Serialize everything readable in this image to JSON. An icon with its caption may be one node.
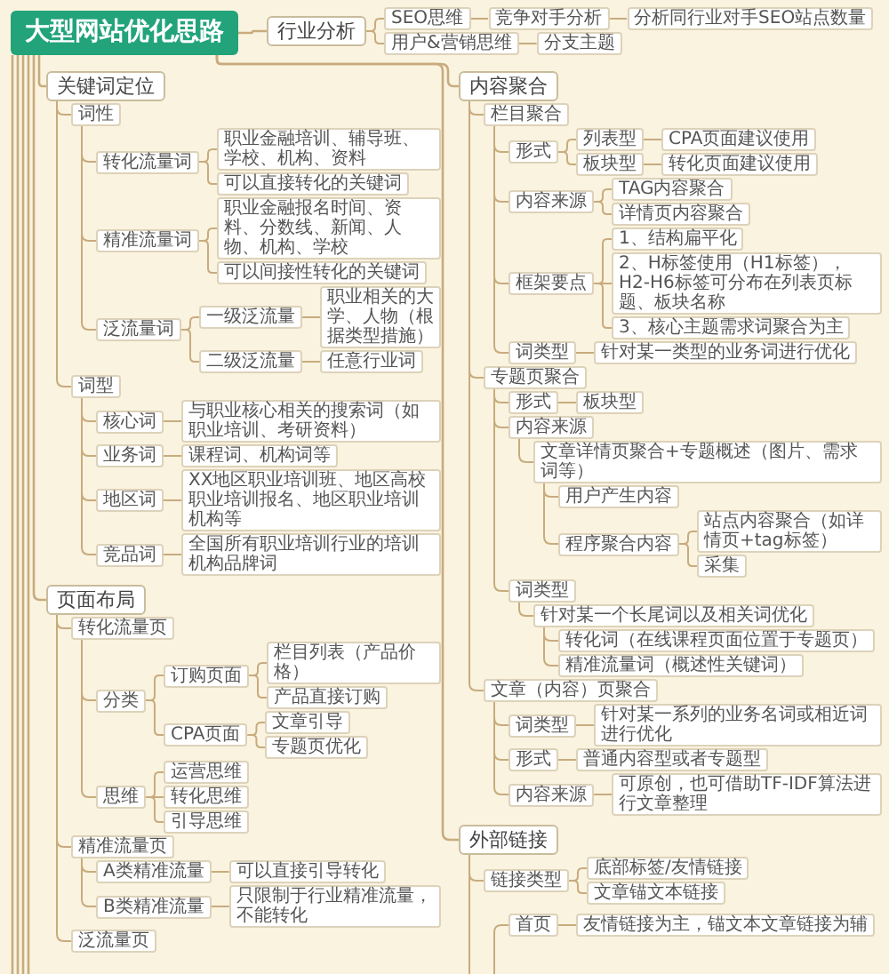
{
  "diagram": {
    "nodes": [
      {
        "text": [
          "大型网站优化思路"
        ]
      },
      {
        "text": [
          "行业分析"
        ]
      },
      {
        "text": [
          "SEO思维"
        ]
      },
      {
        "text": [
          "竞争对手分析"
        ]
      },
      {
        "text": [
          "分析同行业对手SEO站点数量"
        ]
      },
      {
        "text": [
          "用户&营销思维"
        ]
      },
      {
        "text": [
          "分支主题"
        ]
      },
      {
        "text": [
          "关键词定位"
        ]
      },
      {
        "text": [
          "词性"
        ]
      },
      {
        "text": [
          "转化流量词"
        ]
      },
      {
        "text": [
          "职业金融培训、辅导班、学校、机构、资料"
        ]
      },
      {
        "text": [
          "可以直接转化的关键词"
        ]
      },
      {
        "text": [
          "精准流量词"
        ]
      },
      {
        "text": [
          "职业金融报名时间、资料、分数线、新闻、人物、机构、学校"
        ]
      },
      {
        "text": [
          "可以间接性转化的关键词"
        ]
      },
      {
        "text": [
          "泛流量词"
        ]
      },
      {
        "text": [
          "一级泛流量"
        ]
      },
      {
        "text": [
          "职业相关的大学、人物（根据类型措施）"
        ]
      },
      {
        "text": [
          "二级泛流量"
        ]
      },
      {
        "text": [
          "任意行业词"
        ]
      },
      {
        "text": [
          "词型"
        ]
      },
      {
        "text": [
          "核心词"
        ]
      },
      {
        "text": [
          "与职业核心相关的搜索词（如职业培训、考研资料）"
        ]
      },
      {
        "text": [
          "业务词"
        ]
      },
      {
        "text": [
          "课程词、机构词等"
        ]
      },
      {
        "text": [
          "地区词"
        ]
      },
      {
        "text": [
          "XX地区职业培训班、地区高校职业培训报名、地区职业培训机构等"
        ]
      },
      {
        "text": [
          "竞品词"
        ]
      },
      {
        "text": [
          "全国所有职业培训行业的培训机构品牌词"
        ]
      },
      {
        "text": [
          "页面布局"
        ]
      },
      {
        "text": [
          "转化流量页"
        ]
      },
      {
        "text": [
          "分类"
        ]
      },
      {
        "text": [
          "订购页面"
        ]
      },
      {
        "text": [
          "栏目列表（产品价格）"
        ]
      },
      {
        "text": [
          "产品直接订购"
        ]
      },
      {
        "text": [
          "CPA页面"
        ]
      },
      {
        "text": [
          "文章引导"
        ]
      },
      {
        "text": [
          "专题页优化"
        ]
      },
      {
        "text": [
          "思维"
        ]
      },
      {
        "text": [
          "运营思维"
        ]
      },
      {
        "text": [
          "转化思维"
        ]
      },
      {
        "text": [
          "引导思维"
        ]
      },
      {
        "text": [
          "精准流量页"
        ]
      },
      {
        "text": [
          "A类精准流量"
        ]
      },
      {
        "text": [
          "可以直接引导转化"
        ]
      },
      {
        "text": [
          "B类精准流量"
        ]
      },
      {
        "text": [
          "只限制于行业精准流量，不能转化"
        ]
      },
      {
        "text": [
          "泛流量页"
        ]
      },
      {
        "text": [
          "内容聚合"
        ]
      },
      {
        "text": [
          "栏目聚合"
        ]
      },
      {
        "text": [
          "形式"
        ]
      },
      {
        "text": [
          "列表型"
        ]
      },
      {
        "text": [
          "CPA页面建议使用"
        ]
      },
      {
        "text": [
          "板块型"
        ]
      },
      {
        "text": [
          "转化页面建议使用"
        ]
      },
      {
        "text": [
          "内容来源"
        ]
      },
      {
        "text": [
          "TAG内容聚合"
        ]
      },
      {
        "text": [
          "详情页内容聚合"
        ]
      },
      {
        "text": [
          "框架要点"
        ]
      },
      {
        "text": [
          "1、结构扁平化"
        ]
      },
      {
        "text": [
          "2、H标签使用（H1标签），H2-H6标签可分布在列表页标题、板块名称"
        ]
      },
      {
        "text": [
          "3、核心主题需求词聚合为主"
        ]
      },
      {
        "text": [
          "词类型"
        ]
      },
      {
        "text": [
          "针对某一类型的业务词进行优化"
        ]
      },
      {
        "text": [
          "专题页聚合"
        ]
      },
      {
        "text": [
          "形式"
        ]
      },
      {
        "text": [
          "板块型"
        ]
      },
      {
        "text": [
          "内容来源"
        ]
      },
      {
        "text": [
          "文章详情页聚合+专题概述（图片、需求词等）"
        ]
      },
      {
        "text": [
          "用户产生内容"
        ]
      },
      {
        "text": [
          "程序聚合内容"
        ]
      },
      {
        "text": [
          "站点内容聚合（如详情页+tag标签）"
        ]
      },
      {
        "text": [
          "采集"
        ]
      },
      {
        "text": [
          "词类型"
        ]
      },
      {
        "text": [
          "针对某一个长尾词以及相关词优化"
        ]
      },
      {
        "text": [
          "转化词（在线课程页面位置于专题页）"
        ]
      },
      {
        "text": [
          "精准流量词（概述性关键词）"
        ]
      },
      {
        "text": [
          "文章（内容）页聚合"
        ]
      },
      {
        "text": [
          "词类型"
        ]
      },
      {
        "text": [
          "针对某一系列的业务名词或相近词进行优化"
        ]
      },
      {
        "text": [
          "形式"
        ]
      },
      {
        "text": [
          "普通内容型或者专题型"
        ]
      },
      {
        "text": [
          "内容来源"
        ]
      },
      {
        "text": [
          "可原创，也可借助TF-IDF算法进行文章整理"
        ]
      },
      {
        "text": [
          "外部链接"
        ]
      },
      {
        "text": [
          "链接类型"
        ]
      },
      {
        "text": [
          "底部标签/友情链接"
        ]
      },
      {
        "text": [
          "文章锚文本链接"
        ]
      },
      {
        "text": [
          "首页"
        ]
      },
      {
        "text": [
          "友情链接为主，锚文本文章链接为辅"
        ]
      }
    ],
    "edges": [
      {
        "from": 0,
        "to": 1,
        "arrow": "none"
      },
      {
        "from": 1,
        "to": 2,
        "arrow": "none"
      },
      {
        "from": 2,
        "to": 3,
        "arrow": "none"
      },
      {
        "from": 3,
        "to": 4,
        "arrow": "none"
      },
      {
        "from": 1,
        "to": 5,
        "arrow": "none"
      },
      {
        "from": 5,
        "to": 6,
        "arrow": "none"
      },
      {
        "from": 0,
        "to": 7,
        "arrow": "none"
      },
      {
        "from": 7,
        "to": 8,
        "arrow": "none"
      },
      {
        "from": 8,
        "to": 9,
        "arrow": "none"
      },
      {
        "from": 9,
        "to": 10,
        "arrow": "none"
      },
      {
        "from": 9,
        "to": 11,
        "arrow": "none"
      },
      {
        "from": 8,
        "to": 12,
        "arrow": "none"
      },
      {
        "from": 12,
        "to": 13,
        "arrow": "none"
      },
      {
        "from": 12,
        "to": 14,
        "arrow": "none"
      },
      {
        "from": 8,
        "to": 15,
        "arrow": "none"
      },
      {
        "from": 15,
        "to": 16,
        "arrow": "none"
      },
      {
        "from": 16,
        "to": 17,
        "arrow": "none"
      },
      {
        "from": 15,
        "to": 18,
        "arrow": "none"
      },
      {
        "from": 18,
        "to": 19,
        "arrow": "none"
      },
      {
        "from": 7,
        "to": 20,
        "arrow": "none"
      },
      {
        "from": 20,
        "to": 21,
        "arrow": "none"
      },
      {
        "from": 21,
        "to": 22,
        "arrow": "none"
      },
      {
        "from": 20,
        "to": 23,
        "arrow": "none"
      },
      {
        "from": 23,
        "to": 24,
        "arrow": "none"
      },
      {
        "from": 20,
        "to": 25,
        "arrow": "none"
      },
      {
        "from": 25,
        "to": 26,
        "arrow": "none"
      },
      {
        "from": 20,
        "to": 27,
        "arrow": "none"
      },
      {
        "from": 27,
        "to": 28,
        "arrow": "none"
      },
      {
        "from": 0,
        "to": 29,
        "arrow": "none"
      },
      {
        "from": 29,
        "to": 30,
        "arrow": "none"
      },
      {
        "from": 30,
        "to": 31,
        "arrow": "none"
      },
      {
        "from": 31,
        "to": 32,
        "arrow": "none"
      },
      {
        "from": 32,
        "to": 33,
        "arrow": "none"
      },
      {
        "from": 32,
        "to": 34,
        "arrow": "none"
      },
      {
        "from": 31,
        "to": 35,
        "arrow": "none"
      },
      {
        "from": 35,
        "to": 36,
        "arrow": "none"
      },
      {
        "from": 35,
        "to": 37,
        "arrow": "none"
      },
      {
        "from": 30,
        "to": 38,
        "arrow": "none"
      },
      {
        "from": 38,
        "to": 39,
        "arrow": "none"
      },
      {
        "from": 38,
        "to": 40,
        "arrow": "none"
      },
      {
        "from": 38,
        "to": 41,
        "arrow": "none"
      },
      {
        "from": 29,
        "to": 42,
        "arrow": "none"
      },
      {
        "from": 42,
        "to": 43,
        "arrow": "none"
      },
      {
        "from": 43,
        "to": 44,
        "arrow": "none"
      },
      {
        "from": 42,
        "to": 45,
        "arrow": "none"
      },
      {
        "from": 45,
        "to": 46,
        "arrow": "none"
      },
      {
        "from": 29,
        "to": 47,
        "arrow": "none"
      },
      {
        "from": 0,
        "to": 48,
        "arrow": "none"
      },
      {
        "from": 48,
        "to": 49,
        "arrow": "none"
      },
      {
        "from": 49,
        "to": 50,
        "arrow": "none"
      },
      {
        "from": 50,
        "to": 51,
        "arrow": "none"
      },
      {
        "from": 51,
        "to": 52,
        "arrow": "none"
      },
      {
        "from": 50,
        "to": 53,
        "arrow": "none"
      },
      {
        "from": 53,
        "to": 54,
        "arrow": "none"
      },
      {
        "from": 49,
        "to": 55,
        "arrow": "none"
      },
      {
        "from": 55,
        "to": 56,
        "arrow": "none"
      },
      {
        "from": 55,
        "to": 57,
        "arrow": "none"
      },
      {
        "from": 49,
        "to": 58,
        "arrow": "none"
      },
      {
        "from": 58,
        "to": 59,
        "arrow": "none"
      },
      {
        "from": 58,
        "to": 60,
        "arrow": "none"
      },
      {
        "from": 58,
        "to": 61,
        "arrow": "none"
      },
      {
        "from": 49,
        "to": 62,
        "arrow": "none"
      },
      {
        "from": 62,
        "to": 63,
        "arrow": "none"
      },
      {
        "from": 48,
        "to": 64,
        "arrow": "none"
      },
      {
        "from": 64,
        "to": 65,
        "arrow": "none"
      },
      {
        "from": 65,
        "to": 66,
        "arrow": "none"
      },
      {
        "from": 64,
        "to": 67,
        "arrow": "none"
      },
      {
        "from": 67,
        "to": 68,
        "arrow": "none"
      },
      {
        "from": 68,
        "to": 69,
        "arrow": "none"
      },
      {
        "from": 68,
        "to": 70,
        "arrow": "none"
      },
      {
        "from": 70,
        "to": 71,
        "arrow": "none"
      },
      {
        "from": 70,
        "to": 72,
        "arrow": "none"
      },
      {
        "from": 64,
        "to": 73,
        "arrow": "none"
      },
      {
        "from": 73,
        "to": 74,
        "arrow": "none"
      },
      {
        "from": 74,
        "to": 75,
        "arrow": "none"
      },
      {
        "from": 74,
        "to": 76,
        "arrow": "none"
      },
      {
        "from": 48,
        "to": 77,
        "arrow": "none"
      },
      {
        "from": 77,
        "to": 78,
        "arrow": "none"
      },
      {
        "from": 78,
        "to": 79,
        "arrow": "none"
      },
      {
        "from": 77,
        "to": 80,
        "arrow": "none"
      },
      {
        "from": 80,
        "to": 81,
        "arrow": "none"
      },
      {
        "from": 77,
        "to": 82,
        "arrow": "none"
      },
      {
        "from": 82,
        "to": 83,
        "arrow": "none"
      },
      {
        "from": 0,
        "to": 84,
        "arrow": "none"
      },
      {
        "from": 84,
        "to": 85,
        "arrow": "none"
      },
      {
        "from": 85,
        "to": 86,
        "arrow": "none"
      },
      {
        "from": 85,
        "to": 87,
        "arrow": "none"
      },
      {
        "from": 84,
        "to": null,
        "arrow": "none"
      },
      {
        "from": null,
        "to": 88,
        "arrow": "none"
      },
      {
        "from": 88,
        "to": 89,
        "arrow": "none"
      },
      {
        "from": 0,
        "to": null,
        "arrow": "none"
      },
      {
        "from": 0,
        "to": null,
        "arrow": "none"
      },
      {
        "from": 0,
        "to": null,
        "arrow": "none"
      },
      {
        "from": 0,
        "to": null,
        "arrow": "none"
      }
    ]
  }
}
